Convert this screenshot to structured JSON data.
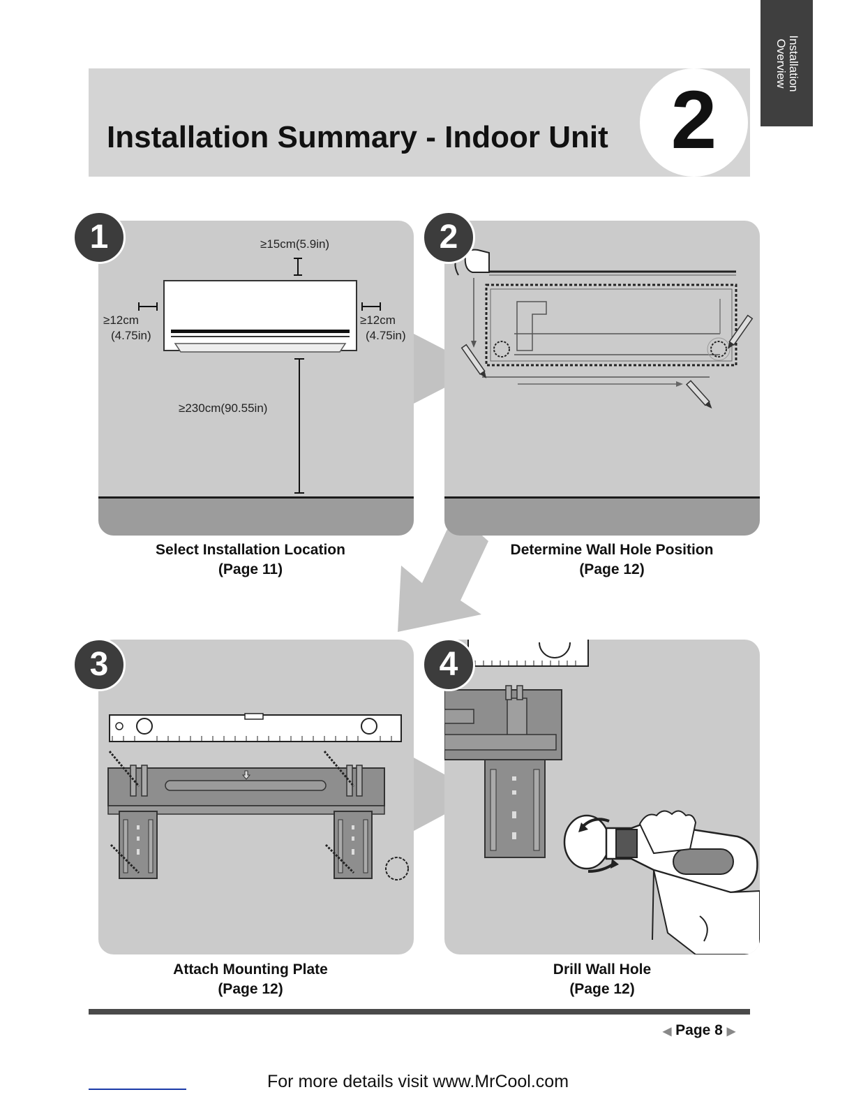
{
  "side_tab": {
    "label_line1": "Installation",
    "label_line2": "Overview"
  },
  "header": {
    "title": "Installation Summary - Indoor Unit",
    "chapter_number": "2"
  },
  "steps": [
    {
      "number": "1",
      "caption_line1": "Select Installation Location",
      "caption_line2": "(Page 11)",
      "dimensions": {
        "top": "≥15cm(5.9in)",
        "left_line1": "≥12cm",
        "left_line2": "(4.75in)",
        "right_line1": "≥12cm",
        "right_line2": "(4.75in)",
        "bottom": "≥230cm(90.55in)"
      }
    },
    {
      "number": "2",
      "caption_line1": "Determine Wall Hole Position",
      "caption_line2": "(Page 12)"
    },
    {
      "number": "3",
      "caption_line1": "Attach Mounting Plate",
      "caption_line2": "(Page 12)"
    },
    {
      "number": "4",
      "caption_line1": "Drill Wall Hole",
      "caption_line2": "(Page 12)"
    }
  ],
  "footer": {
    "page_label": "Page 8",
    "prev_icon": "triangle-left-icon",
    "next_icon": "triangle-right-icon",
    "more_details": "For more details visit www.MrCool.com"
  },
  "colors": {
    "panel": "#cbcbcb",
    "floor": "#9c9c9c",
    "badge": "#3c3c3c",
    "tab": "#3f3f3f"
  }
}
